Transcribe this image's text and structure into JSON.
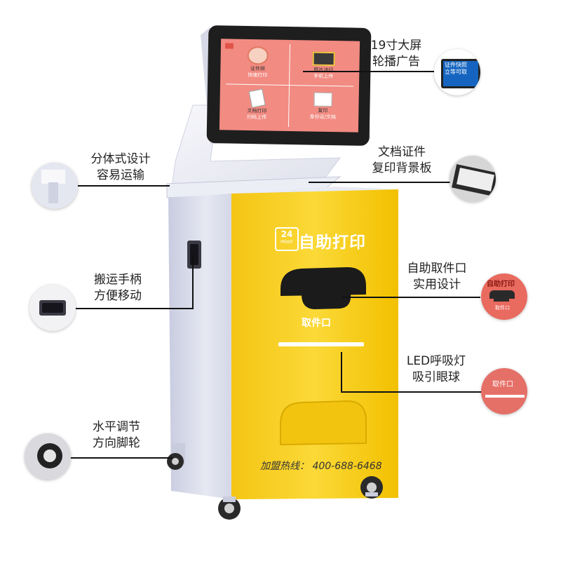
{
  "screen": {
    "tiles": [
      {
        "line1": "证件照",
        "line2": "快速打印"
      },
      {
        "line1": "照片冲印",
        "line2": "手机上传"
      },
      {
        "line1": "文档打印",
        "line2": "扫码上传"
      },
      {
        "line1": "复印",
        "line2": "身份证/文档"
      }
    ]
  },
  "machine": {
    "brand_number": "24",
    "brand_sub": "PRINT",
    "brand_name": "自助打印",
    "slot_label": "取件口",
    "hotline": "加盟热线： 400-688-6468"
  },
  "callouts": {
    "screen": {
      "line1": "19寸大屏",
      "line2": "轮播广告",
      "thumb_text": "证件快照 立等可取"
    },
    "split": {
      "line1": "分体式设计",
      "line2": "容易运输"
    },
    "copy_board": {
      "line1": "文档证件",
      "line2": "复印背景板"
    },
    "handle": {
      "line1": "搬运手柄",
      "line2": "方便移动"
    },
    "pickup": {
      "line1": "自助取件口",
      "line2": "实用设计",
      "thumb_text": "自助打印",
      "thumb_sub": "取件口"
    },
    "led": {
      "line1": "LED呼吸灯",
      "line2": "吸引眼球",
      "thumb_text": "取件口"
    },
    "wheel": {
      "line1": "水平调节",
      "line2": "方向脚轮"
    }
  },
  "colors": {
    "kiosk_yellow": "#f6cf1e",
    "kiosk_side": "#d9dcea",
    "screen_pink": "#f28b82",
    "screen_bezel": "#1e1e1e",
    "accent_red": "#e2534a",
    "leader_line": "#111111"
  }
}
